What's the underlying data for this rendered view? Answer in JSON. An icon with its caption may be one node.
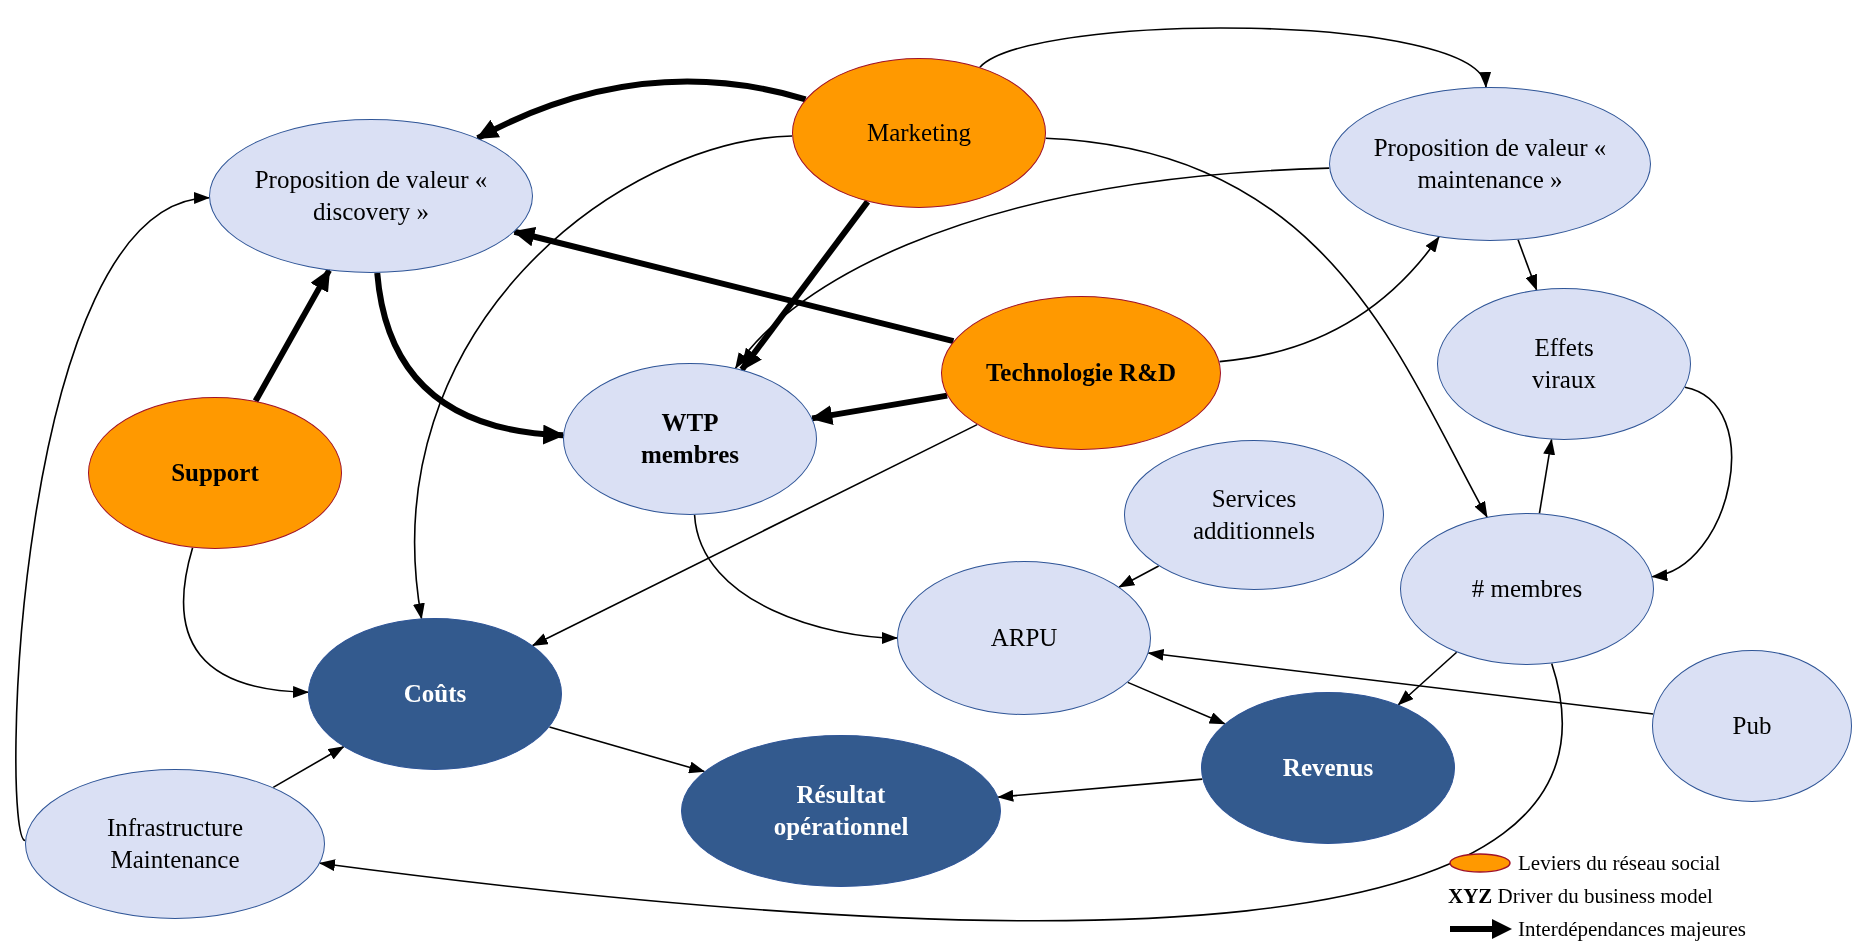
{
  "diagram": {
    "nodes": [
      {
        "text": [
          "Marketing"
        ]
      },
      {
        "text": [
          "Proposition de valeur « discovery »"
        ]
      },
      {
        "text": [
          "Proposition de valeur « maintenance »"
        ]
      },
      {
        "text": [
          "Technologie R&D"
        ]
      },
      {
        "text": [
          "WTP membres"
        ]
      },
      {
        "text": [
          "Effets viraux"
        ]
      },
      {
        "text": [
          "Support"
        ]
      },
      {
        "text": [
          "Services additionnels"
        ]
      },
      {
        "text": [
          "ARPU"
        ]
      },
      {
        "text": [
          "# membres"
        ]
      },
      {
        "text": [
          "Coûts"
        ]
      },
      {
        "text": [
          "Pub"
        ]
      },
      {
        "text": [
          "Revenus"
        ]
      },
      {
        "text": [
          "Résultat opérationnel"
        ]
      },
      {
        "text": [
          "Infrastructure Maintenance"
        ]
      }
    ],
    "edges": [
      {
        "from": 0,
        "to": 1,
        "arrow": "to",
        "style": "thick"
      },
      {
        "from": 0,
        "to": 4,
        "arrow": "to",
        "style": "thick"
      },
      {
        "from": 3,
        "to": 1,
        "arrow": "to",
        "style": "thick"
      },
      {
        "from": 3,
        "to": 4,
        "arrow": "to",
        "style": "thick"
      },
      {
        "from": 6,
        "to": 1,
        "arrow": "to",
        "style": "thick"
      },
      {
        "from": 1,
        "to": 4,
        "arrow": "to",
        "style": "thick"
      },
      {
        "from": 0,
        "to": 2,
        "arrow": "to"
      },
      {
        "from": 0,
        "to": 10,
        "arrow": "to"
      },
      {
        "from": 0,
        "to": 9,
        "arrow": "to"
      },
      {
        "from": 2,
        "to": 4,
        "arrow": "to"
      },
      {
        "from": 3,
        "to": 2,
        "arrow": "to"
      },
      {
        "from": 3,
        "to": 10,
        "arrow": "to"
      },
      {
        "from": 2,
        "to": 5,
        "arrow": "to"
      },
      {
        "from": 5,
        "to": 9,
        "arrow": "to"
      },
      {
        "from": 9,
        "to": 5,
        "arrow": "to"
      },
      {
        "from": 7,
        "to": 8,
        "arrow": "to"
      },
      {
        "from": 4,
        "to": 8,
        "arrow": "to"
      },
      {
        "from": 11,
        "to": 8,
        "arrow": "to"
      },
      {
        "from": 8,
        "to": 12,
        "arrow": "to"
      },
      {
        "from": 9,
        "to": 12,
        "arrow": "to"
      },
      {
        "from": 9,
        "to": 14,
        "arrow": "to"
      },
      {
        "from": 14,
        "to": 1,
        "arrow": "to"
      },
      {
        "from": 6,
        "to": 10,
        "arrow": "to"
      },
      {
        "from": 14,
        "to": 10,
        "arrow": "to"
      },
      {
        "from": 10,
        "to": 13,
        "arrow": "to"
      },
      {
        "from": 12,
        "to": 13,
        "arrow": "to"
      }
    ],
    "legend": [
      {
        "text": "Leviers du réseau social",
        "color": "#ff9900"
      },
      {
        "text": "**XYZ** Driver du business model"
      },
      {
        "text": "Interdépendances majeures"
      }
    ]
  }
}
